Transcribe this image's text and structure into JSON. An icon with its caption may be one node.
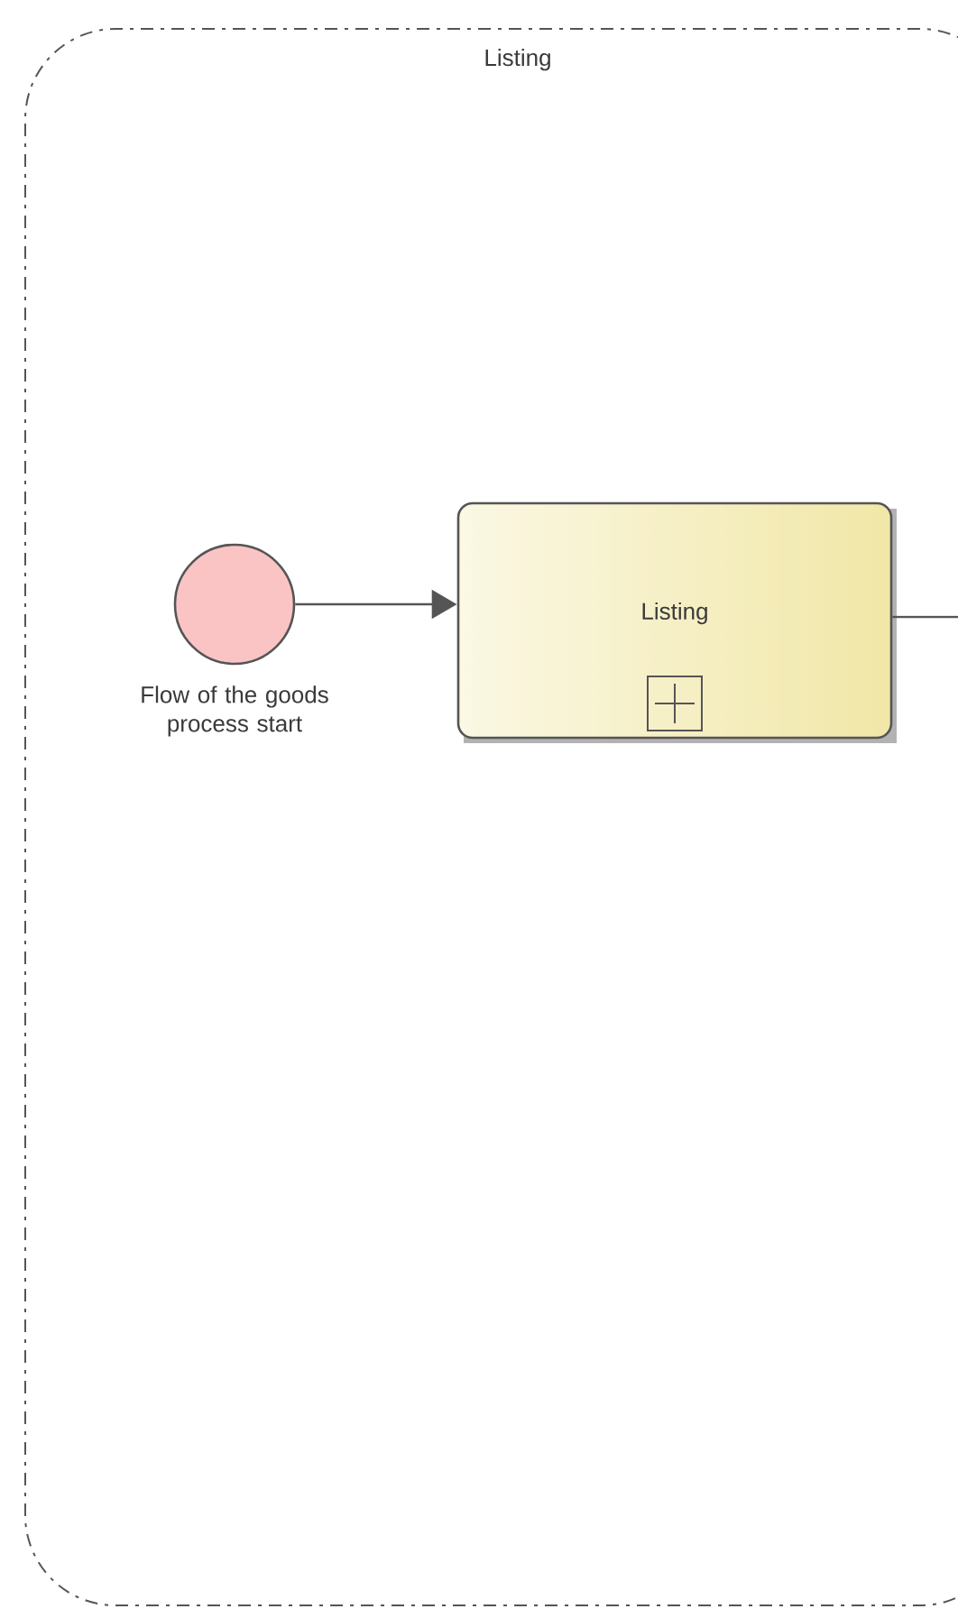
{
  "diagram": {
    "nodes": [
      {
        "text": [
          "Listing"
        ]
      },
      {
        "text": [],
        "shape": "circle",
        "beside": [
          "Flow of the goods process start"
        ],
        "in": 0
      },
      {
        "text": [
          "Listing"
        ],
        "in": 0
      }
    ],
    "edges": [
      {
        "from": 1,
        "to": 2,
        "arrow": "to"
      },
      {
        "from": 2,
        "to": null,
        "arrow": "none"
      }
    ]
  }
}
